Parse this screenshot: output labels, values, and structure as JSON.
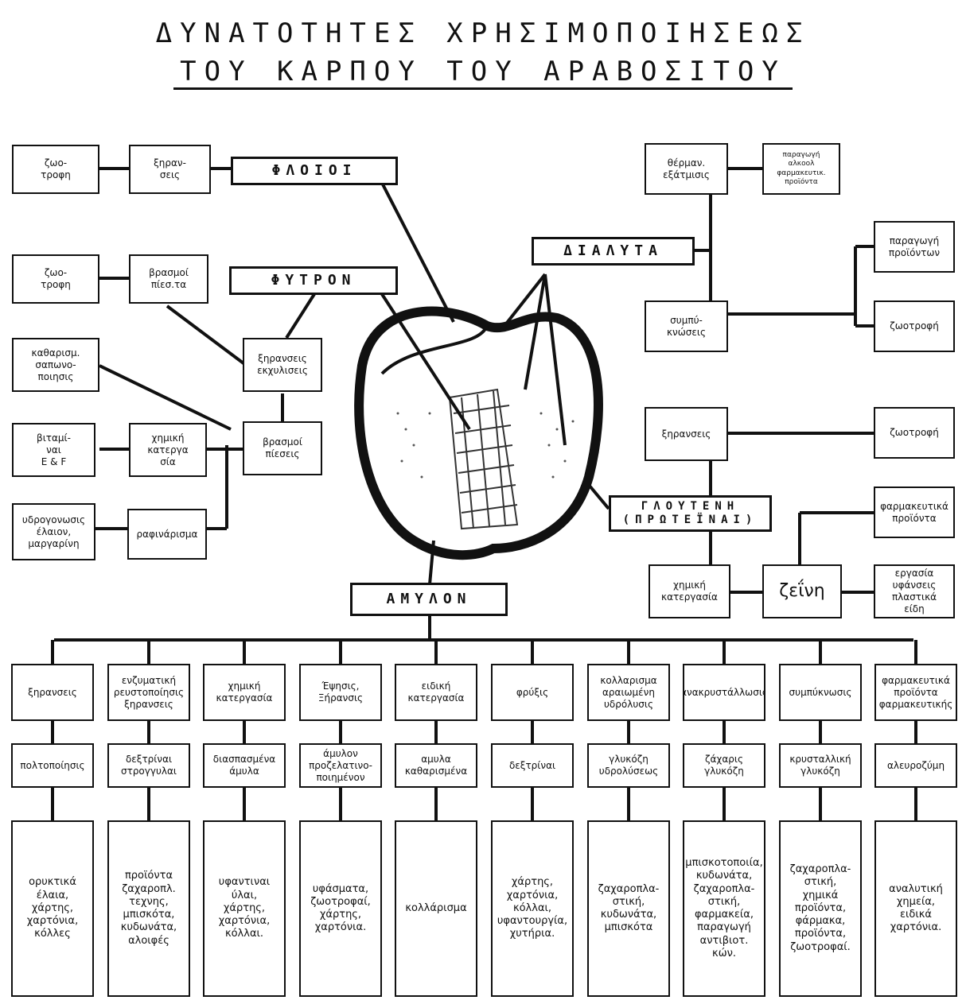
{
  "title": {
    "line1": "ΔΥΝΑΤΟΤΗΤΕΣ ΧΡΗΣΙΜΟΠΟΙΗΣΕΩΣ",
    "line2": "ΤΟΥ ΚΑΡΠΟΥ ΤΟΥ ΑΡΑΒΟΣΙΤΟΥ"
  },
  "headers": {
    "fluoioi": "ΦΛΟΙΟΙ",
    "fytron": "ΦΥΤΡΟΝ",
    "dialyta": "ΔΙΑΛΥΤΑ",
    "glouteni": "ΓΛΟΥΤΕΝΗ\n(ΠΡΩΤΕΪΝΑΙ)",
    "amylon": "ΑΜΥΛΟΝ"
  },
  "left": {
    "zootrofi1": "ζωο-\nτροφη",
    "xiranseis": "ξηραν-\nσεις",
    "zootrofi2": "ζωο-\nτροφη",
    "vrasmoi": "βρασμοί\nπίεσ.τα",
    "xiranseis_ekchyl": "ξηρανσεις\nεκχυλισεις",
    "kathariosm": "καθαρισμ.\nσαπωνο-\nποιησις",
    "vitamines": "βιταμί-\nναι\nΕ & F",
    "chimiki": "χημική\nκατεργα\nσία",
    "vrasmoi2": "βρασμοί\nπίεσεις",
    "ydrogonosi": "υδρογονωσις\nέλαιον,\nμαργαρίνη",
    "raffinarisma": "ραφινάρισμα"
  },
  "right": {
    "dialyta_top": "θέρμαν.\nεξάτμισις",
    "dialyta_top_side": "παραγωγή\nαλκοολ\nφαρμακευτικ.\nπροϊόντα",
    "paragogi_prod": "παραγωγή\nπροϊόντων",
    "sympyknoseis": "συμπύ-\nκνώσεις",
    "zootrofi": "ζωοτροφή",
    "xiranseis": "ξηρανσεις",
    "zootrofi2": "ζωοτροφή",
    "farmakeftika": "φαρμακευτικά\nπροϊόντα",
    "zeini": "ζεΐνη",
    "chimiki": "χημική\nκατεργασία",
    "ergasia": "εργασία\nυφάνσεις\nπλαστικά\nείδη"
  },
  "columns": [
    {
      "top": "ξηρανσεις",
      "mid": "πολτοποίησις",
      "bottom": "ορυκτικά\nέλαια,\nχάρτης,\nχαρτόνια,\nκόλλες"
    },
    {
      "top": "ενζυματική\nρευστοποίησις\nξηρανσεις",
      "mid": "δεξτρίναι\nστρογγυλαι",
      "bottom": "προϊόντα\nζαχαροπλ.\nτεχνης,\nμπισκότα,\nκυδωνάτα,\nαλοιφές"
    },
    {
      "top": "χημική\nκατεργασία",
      "mid": "διασπασμένα\nάμυλα",
      "bottom": "υφαντιναι\nύλαι,\nχάρτης,\nχαρτόνια,\nκόλλαι."
    },
    {
      "top": "Έψησις,\nΞήρανσις",
      "mid": "άμυλον\nπροζελατινο-\nποιημένον",
      "bottom": "υφάσματα,\nζωοτροφαί,\nχάρτης,\nχαρτόνια."
    },
    {
      "top": "ειδική\nκατεργασία",
      "mid": "αμυλα\nκαθαρισμένα",
      "bottom": "κολλάρισμα"
    },
    {
      "top": "φρύξις",
      "mid": "δεξτρίναι",
      "bottom": "χάρτης,\nχαρτόνια,\nκόλλαι,\nυφαντουργία,\nχυτήρια."
    },
    {
      "top": "κολλαρισμα\nαραιωμένη\nυδρόλυσις",
      "mid": "γλυκόζη\nυδρολύσεως",
      "bottom": "ζαχαροπλα-\nστική,\nκυδωνάτα,\nμπισκότα"
    },
    {
      "top": "ανακρυστάλλωσις",
      "mid": "ζάχαρις\nγλυκόζη",
      "bottom": "μπισκοτοποιία,\nκυδωνάτα,\nζαχαροπλα-\nστική,\nφαρμακεία,\nπαραγωγή\nαντιβιοτ.\nκών."
    },
    {
      "top": "συμπύκνωσις",
      "mid": "κρυσταλλική\nγλυκόζη",
      "bottom": "ζαχαροπλα-\nστική,\nχημικά\nπροϊόντα,\nφάρμακα,\nπροϊόντα,\nζωοτροφαί."
    },
    {
      "top": "φαρμακευτικά\nπροϊόντα\nφαρμακευτικής",
      "mid": "αλευροζύμη",
      "bottom": "αναλυτική\nχημεία,\nειδικά\nχαρτόνια."
    }
  ]
}
